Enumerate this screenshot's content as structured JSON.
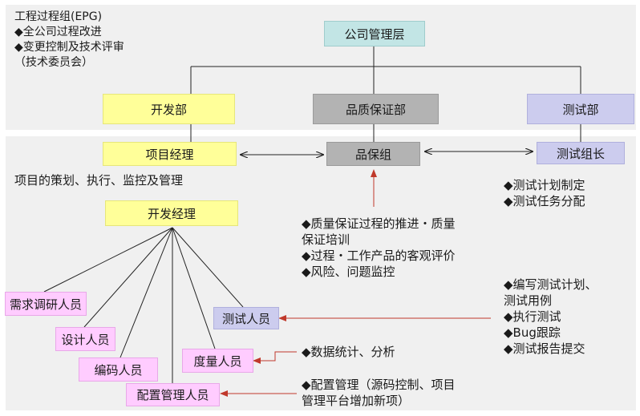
{
  "epg": {
    "lines": [
      "工程过程组(EPG)",
      "◆全公司过程改进",
      "◆变更控制及技术评审",
      "（技术委员会）"
    ]
  },
  "boxes": {
    "management": "公司管理层",
    "dev_dept": "开发部",
    "qa_dept": "品质保证部",
    "test_dept": "测试部",
    "project_manager": "项目经理",
    "qa_group": "品保组",
    "test_lead": "测试组长",
    "dev_manager": "开发经理",
    "requirements": "需求调研人员",
    "designer": "设计人员",
    "coder": "编码人员",
    "config_mgr": "配置管理人员",
    "tester": "测试人员",
    "metrics": "度量人员"
  },
  "notes": {
    "pm_duty": "项目的策划、执行、监控及管理",
    "lead_duties": [
      "◆测试计划制定",
      "◆测试任务分配"
    ],
    "qa_duties": [
      "◆质量保证过程的推进・质量",
      "保证培训",
      "◆过程・工作产品的客观评价",
      "◆风险、问题监控"
    ],
    "tester_duties": [
      "◆编写测试计划、",
      "测试用例",
      "◆执行测试",
      "◆Bug跟踪",
      "◆测试报告提交"
    ],
    "metrics_duty": "◆数据统计、分析",
    "config_duties": [
      "◆配置管理（源码控制、项目",
      "管理平台增加新项）"
    ]
  },
  "colors": {
    "yellow": "#ffff99",
    "gray": "#b3b3b3",
    "lavender": "#ccccee",
    "cyan": "#c2e5e5",
    "pink": "#ffccff",
    "arrow_red": "#c0392b"
  }
}
